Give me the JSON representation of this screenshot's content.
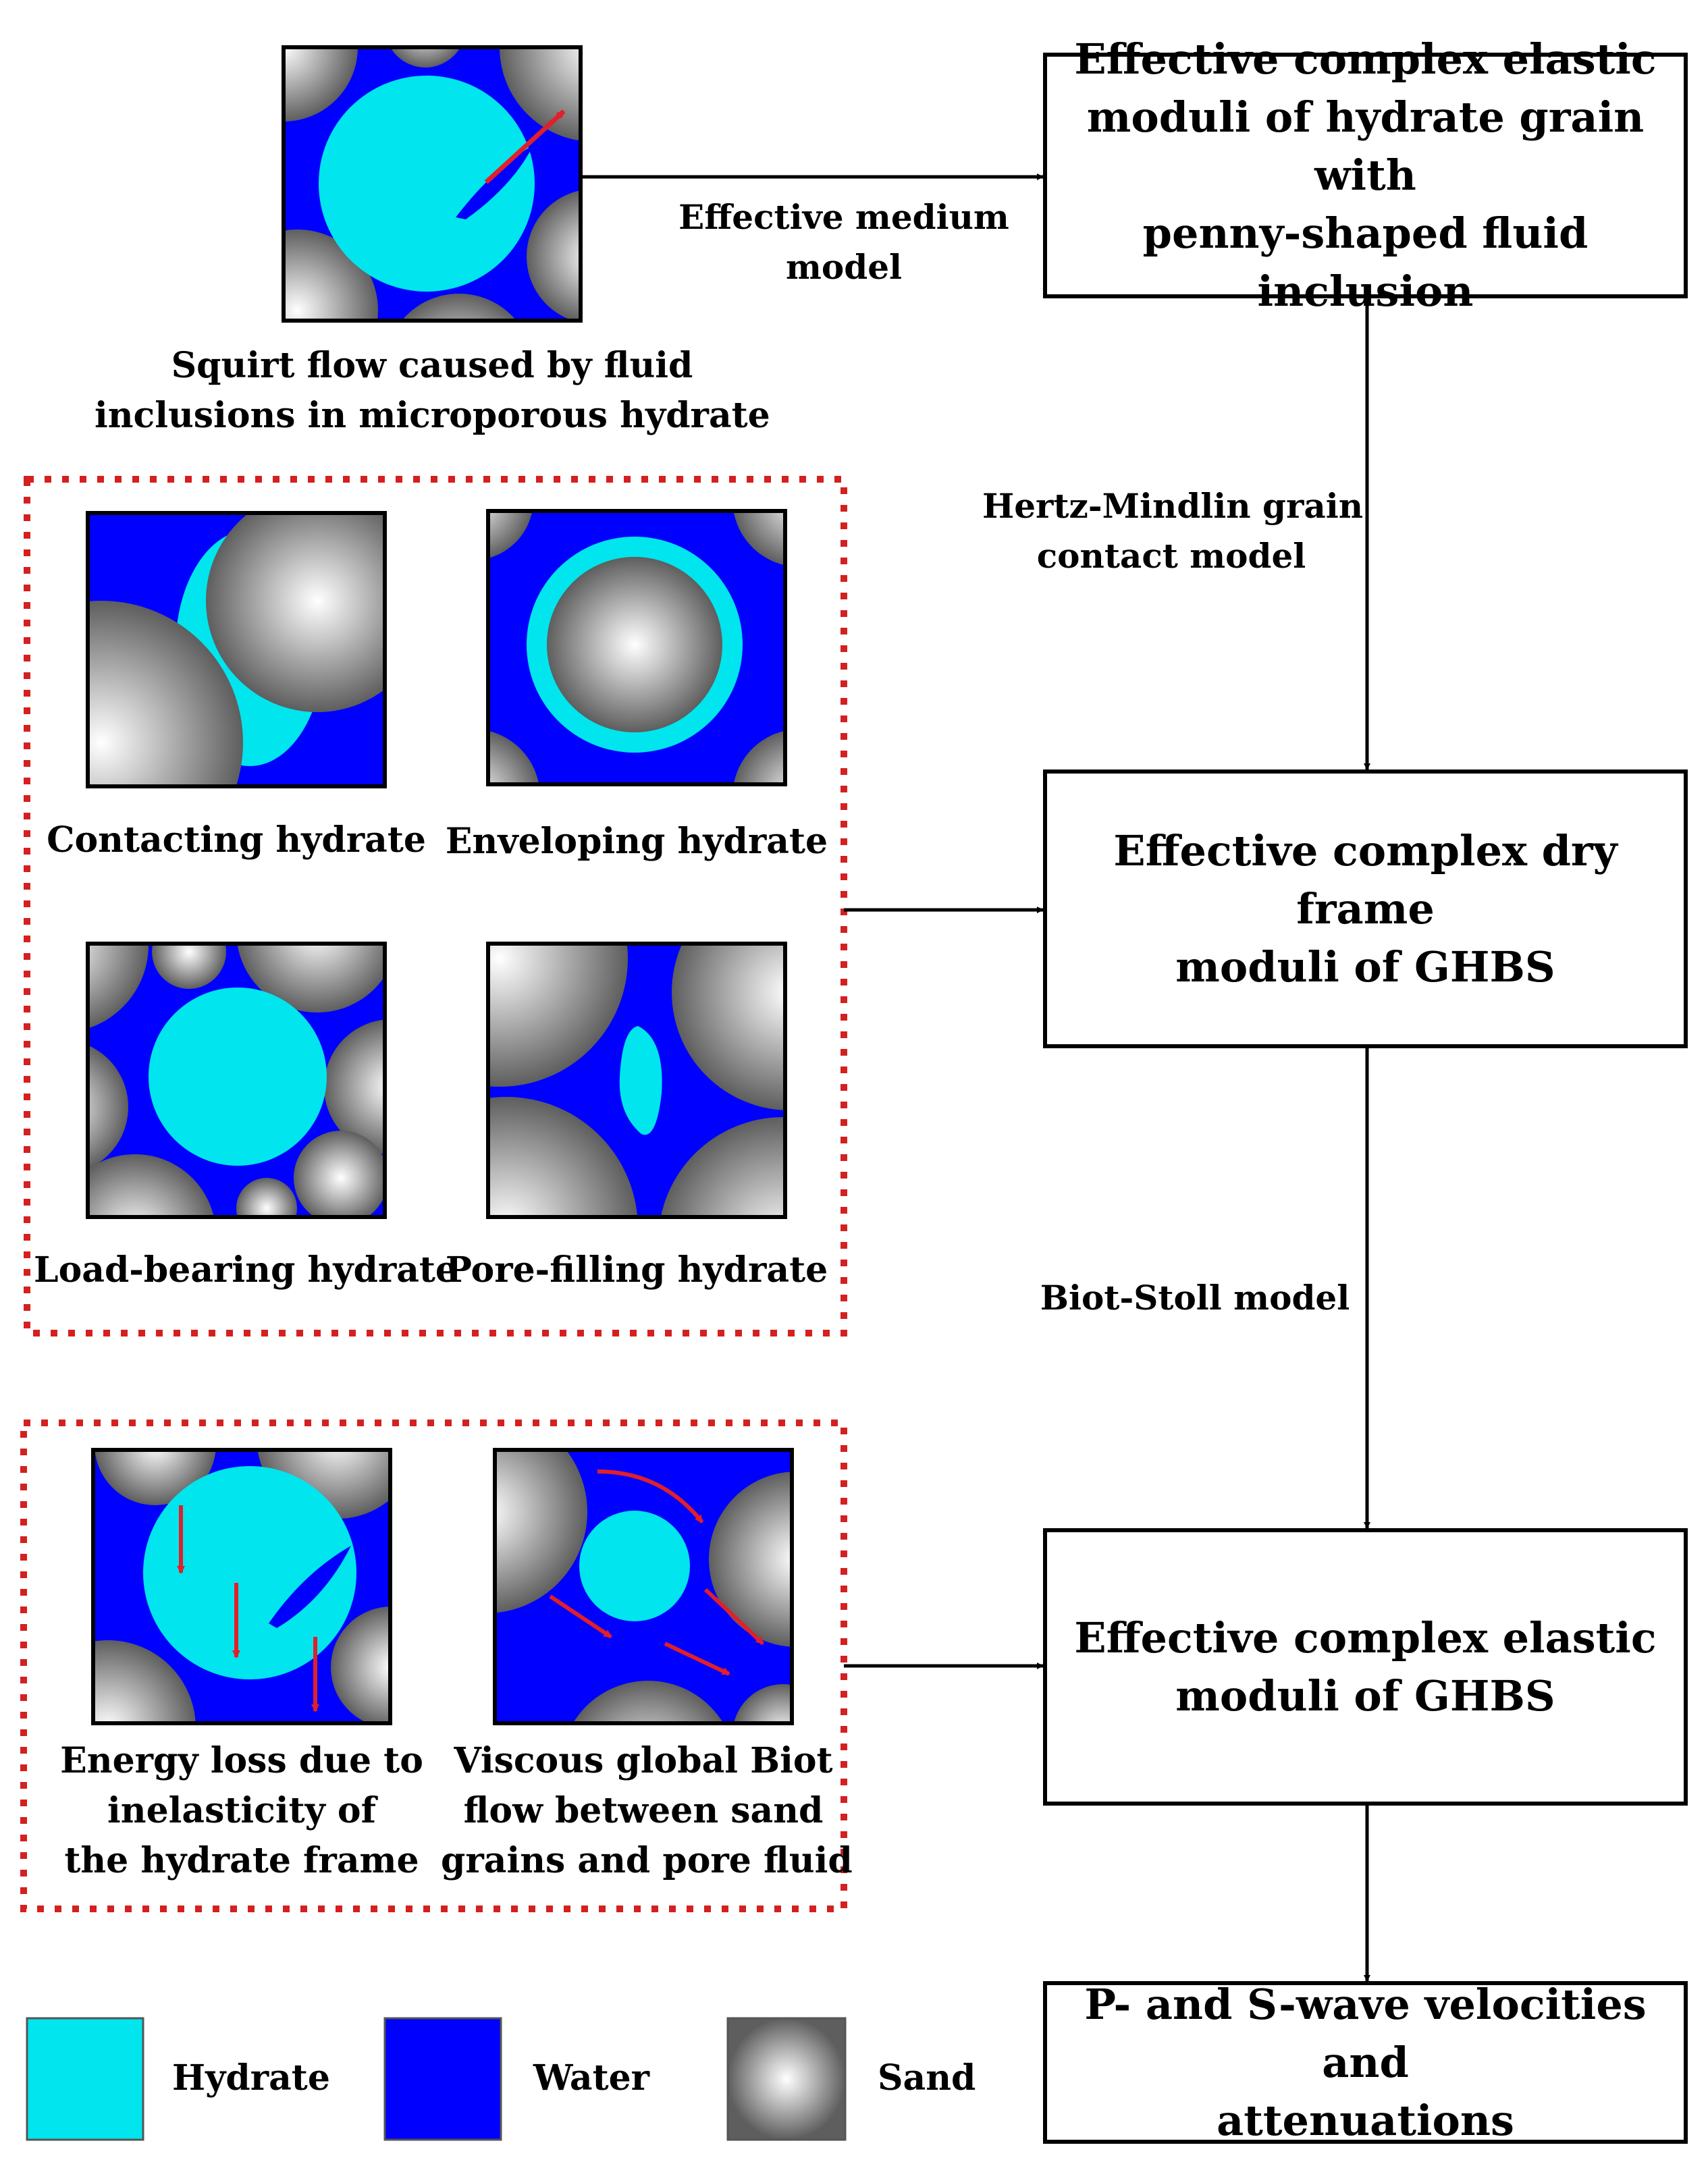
{
  "squirt": {
    "caption_line1": "Squirt flow caused by fluid",
    "caption_line2": "inclusions in microporous hydrate"
  },
  "edges": {
    "effective_medium_line1": "Effective medium",
    "effective_medium_line2": "model",
    "hertz_line1": "Hertz-Mindlin grain",
    "hertz_line2": "contact model",
    "biot_stoll": "Biot-Stoll model"
  },
  "boxes": {
    "box1": {
      "line1": "Effective complex elastic",
      "line2": "moduli of hydrate grain with",
      "line3": "penny-shaped fluid inclusion"
    },
    "box2": {
      "line1": "Effective complex dry frame",
      "line2": "moduli of GHBS"
    },
    "box3": {
      "line1": "Effective complex elastic",
      "line2": "moduli of GHBS"
    },
    "box4": {
      "line1": "P- and S-wave velocities and",
      "line2": "attenuations"
    }
  },
  "morphologies": {
    "contacting": "Contacting hydrate",
    "enveloping": "Enveloping hydrate",
    "load_bearing": "Load-bearing hydrate",
    "pore_filling": "Pore-filling hydrate"
  },
  "attenuation": {
    "energy_line1": "Energy loss due to",
    "energy_line2": "inelasticity of",
    "energy_line3": "the hydrate frame",
    "viscous_line1": "Viscous global Biot",
    "viscous_line2": "flow between sand",
    "viscous_line3": "grains and pore fluid"
  },
  "legend": {
    "hydrate": "Hydrate",
    "water": "Water",
    "sand": "Sand"
  },
  "colors": {
    "hydrate": "#00e5ee",
    "water": "#0000ff",
    "sand": "#9a9a9a",
    "arrow": "#e0202a",
    "dotted_border": "#d42020"
  }
}
